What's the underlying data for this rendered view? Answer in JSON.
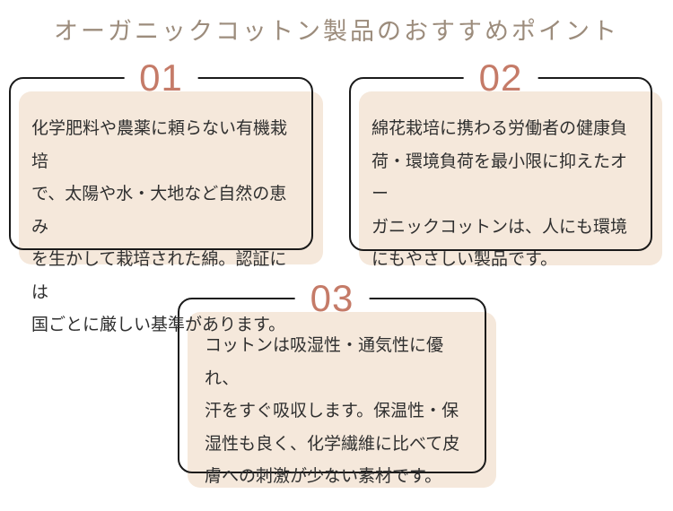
{
  "page": {
    "title": "オーガニックコットン製品のおすすめポイント"
  },
  "colors": {
    "bg": "#ffffff",
    "title_color": "#9c8c7c",
    "number_color": "#c57b68",
    "card_fill": "#f5e8db",
    "card_border": "#1a1a1a",
    "body_text": "#2f2f2f"
  },
  "cards": [
    {
      "number": "01",
      "text": "化学肥料や農薬に頼らない有機栽培\nで、太陽や水・大地など自然の恵み\nを生かして栽培された綿。認証には\n国ごとに厳しい基準があります。"
    },
    {
      "number": "02",
      "text": "綿花栽培に携わる労働者の健康負\n荷・環境負荷を最小限に抑えたオー\nガニックコットンは、人にも環境\nにもやさしい製品です。"
    },
    {
      "number": "03",
      "text": "コットンは吸湿性・通気性に優れ、\n汗をすぐ吸収します。保温性・保\n湿性も良く、化学繊維に比べて皮\n膚への刺激が少ない素材です。"
    }
  ]
}
